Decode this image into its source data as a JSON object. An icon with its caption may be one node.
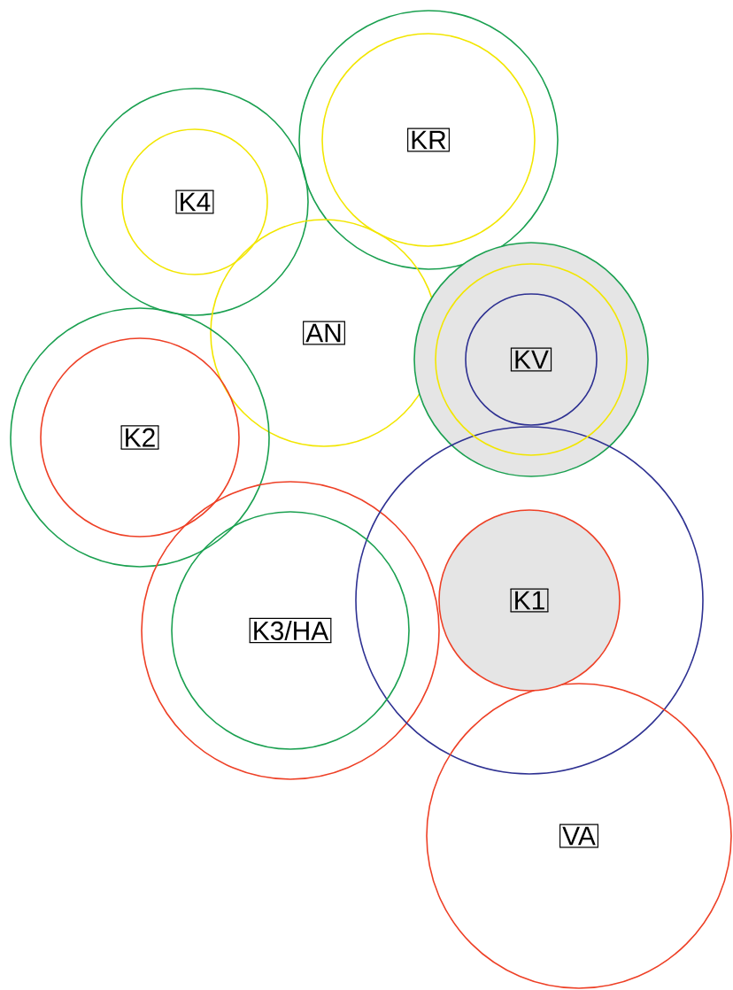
{
  "diagram": {
    "nodes": [
      {
        "text": [],
        "shape": "circle"
      },
      {
        "text": [
          "KR"
        ],
        "in": 0
      },
      {
        "text": [],
        "shape": "circle"
      },
      {
        "text": [
          "K4"
        ],
        "in": 2
      },
      {
        "text": [
          "AN"
        ]
      },
      {
        "text": [],
        "shape": "circle"
      },
      {
        "text": [],
        "shape": "circle",
        "in": 5
      },
      {
        "text": [
          "KV"
        ],
        "in": 6
      },
      {
        "text": [],
        "shape": "circle"
      },
      {
        "text": [
          "K2"
        ],
        "in": 8
      },
      {
        "text": [],
        "shape": "circle"
      },
      {
        "text": [
          "K3/HA"
        ],
        "in": 10
      },
      {
        "text": [],
        "shape": "circle"
      },
      {
        "text": [
          "K1"
        ],
        "in": 12
      },
      {
        "text": [
          "VA"
        ]
      }
    ]
  }
}
